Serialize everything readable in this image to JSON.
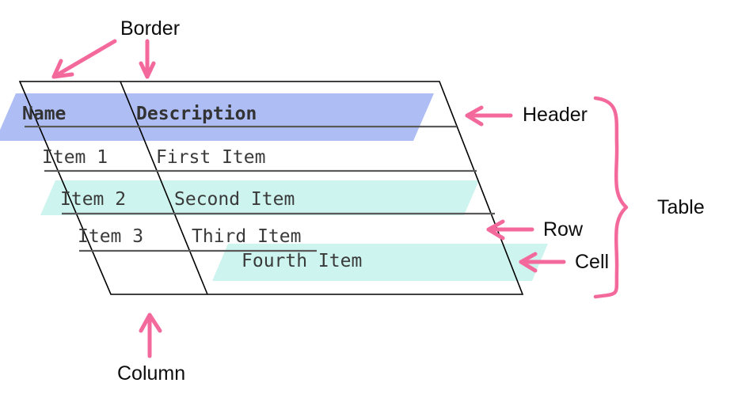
{
  "diagram": {
    "title_concept": "HTML table anatomy",
    "colors": {
      "header_fill": "#aebdf4",
      "row_highlight_fill": "#cdf4ee",
      "border_stroke": "#000000",
      "rule_stroke": "#5a5a5a",
      "annotation_pink": "#f4699b",
      "text_dark": "#3a3a3a",
      "label_black": "#0d0d0d",
      "background": "#ffffff"
    },
    "skew_degrees": -23
  },
  "table": {
    "columns": [
      "Name",
      "Description"
    ],
    "header": {
      "cells": [
        "Name",
        "Description"
      ]
    },
    "rows": [
      {
        "name": "Item 1",
        "description": "First Item"
      },
      {
        "name": "Item 2",
        "description": "Second Item"
      },
      {
        "name": "Item 3",
        "description": "Third Item"
      }
    ],
    "floating_cell": {
      "text": "Fourth Item"
    }
  },
  "annotations": [
    {
      "id": "border",
      "label": "Border",
      "arrows": 2,
      "arrow_style": "diagonal-down-left + straight-down"
    },
    {
      "id": "header",
      "label": "Header",
      "arrows": 1,
      "arrow_style": "left"
    },
    {
      "id": "table",
      "label": "Table",
      "arrows": 0,
      "arrow_style": "curly-brace"
    },
    {
      "id": "row",
      "label": "Row",
      "arrows": 1,
      "arrow_style": "left"
    },
    {
      "id": "cell",
      "label": "Cell",
      "arrows": 1,
      "arrow_style": "left"
    },
    {
      "id": "column",
      "label": "Column",
      "arrows": 1,
      "arrow_style": "up"
    }
  ]
}
